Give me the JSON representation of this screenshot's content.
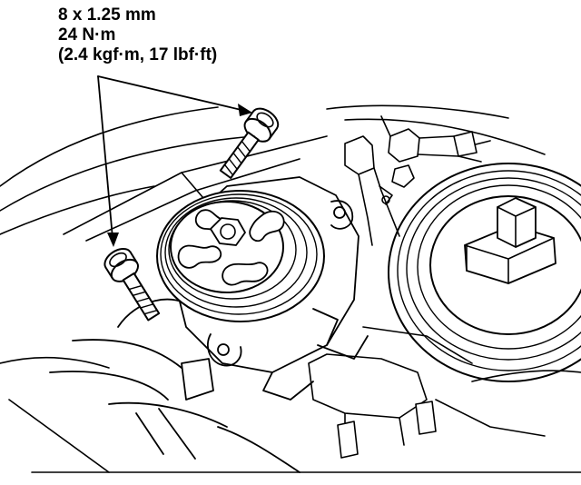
{
  "callout": {
    "bolt_size": "8 x 1.25 mm",
    "torque_nm": "24 N·m",
    "torque_alt": "(2.4 kgf·m, 17 lbf·ft)"
  },
  "colors": {
    "ink": "#000000",
    "paper": "#ffffff"
  }
}
